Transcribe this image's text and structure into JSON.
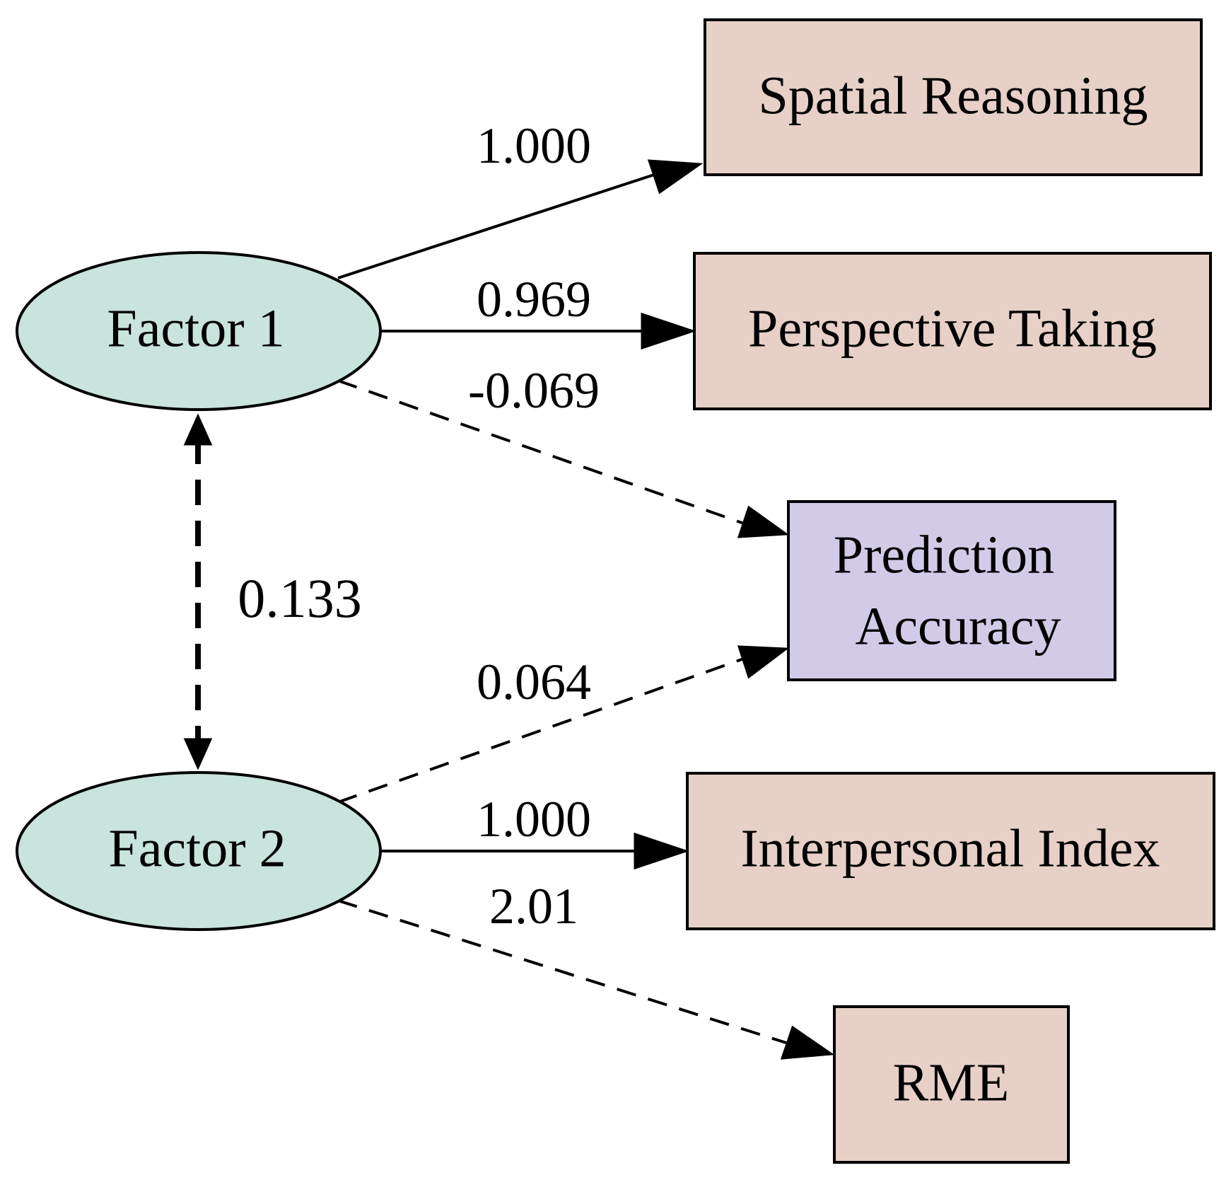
{
  "colors": {
    "latent_fill": "#c8e4dc",
    "observed_fill": "#e7d0c7",
    "outcome_fill": "#d2cbe8",
    "stroke": "#000000"
  },
  "nodes": {
    "factor1": {
      "label": "Factor 1"
    },
    "factor2": {
      "label": "Factor 2"
    },
    "spatial": {
      "label": "Spatial Reasoning"
    },
    "perspective": {
      "label": "Perspective Taking"
    },
    "prediction": {
      "line1": "Prediction",
      "line2": "Accuracy"
    },
    "interpersonal": {
      "label": "Interpersonal Index"
    },
    "rme": {
      "label": "RME"
    }
  },
  "edges": {
    "f1_spatial": "1.000",
    "f1_perspective": "0.969",
    "f1_prediction": "-0.069",
    "f2_prediction": "0.064",
    "f2_interpersonal": "1.000",
    "f2_rme": "2.01",
    "f1_f2_covariance": "0.133"
  }
}
